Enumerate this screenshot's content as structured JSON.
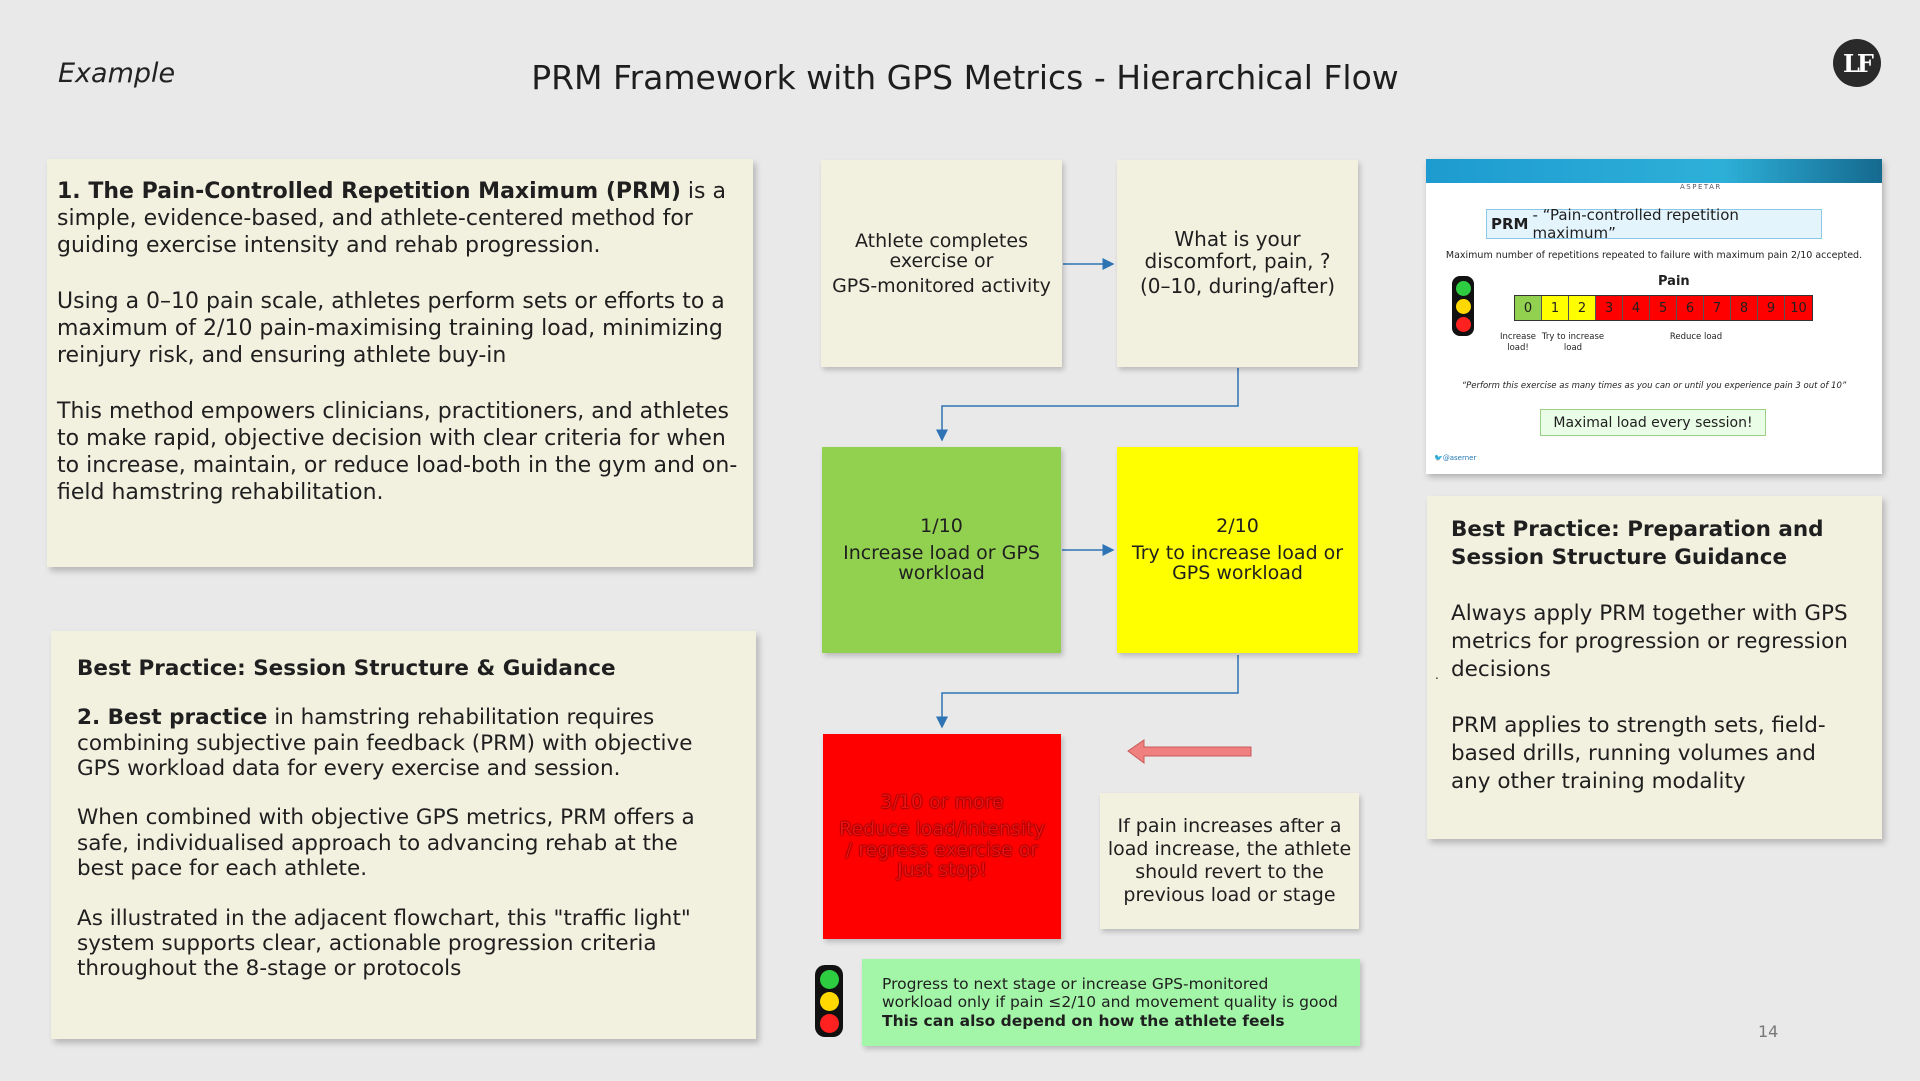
{
  "header": {
    "example_label": "Example",
    "title": "PRM Framework with GPS Metrics - Hierarchical Flow",
    "logo_text": "LF"
  },
  "intro_panel": {
    "p1_bold": "1. The Pain-Controlled Repetition Maximum (PRM)",
    "p1_rest": " is a simple, evidence-based, and athlete-centered method for guiding exercise intensity and rehab progression.",
    "p2": "Using a 0–10 pain scale, athletes perform sets or efforts to a maximum of 2/10 pain-maximising training load, minimizing reinjury risk, and ensuring athlete buy-in",
    "p3": "This method empowers clinicians, practitioners, and athletes to make rapid, objective decision with clear criteria for when to increase, maintain, or reduce load-both in the gym and on-field hamstring rehabilitation."
  },
  "best_practice_panel": {
    "heading": "Best Practice: Session Structure & Guidance",
    "p1_bold": "2. Best practice",
    "p1_rest": " in hamstring rehabilitation requires combining subjective pain feedback (PRM) with objective GPS workload data for every exercise and session.",
    "p2": "When combined with objective GPS metrics, PRM offers a safe, individualised approach to advancing rehab at the best pace for each athlete.",
    "p3": "As illustrated in the adjacent flowchart, this \"traffic light\" system supports clear, actionable progression criteria throughout the 8-stage or protocols"
  },
  "prep_panel": {
    "heading": "Best Practice: Preparation and Session Structure Guidance",
    "p1": "Always apply PRM together with GPS metrics for progression or regression decisions",
    "p2": "PRM applies to strength sets, field-based drills, running volumes and any other training modality"
  },
  "flow": {
    "step1": [
      "Athlete completes",
      "exercise or",
      "GPS-monitored activity"
    ],
    "step2": [
      "What is your",
      "discomfort, pain, ?",
      "(0–10, during/after)"
    ],
    "green": [
      "1/10",
      "Increase load or GPS",
      "workload"
    ],
    "yellow": [
      "2/10",
      "Try to increase load or",
      "GPS workload"
    ],
    "red": [
      "3/10 or more",
      "Reduce load/intensity",
      "/ regress exercise or",
      "Just stop!"
    ],
    "revert": "If pain increases after a load increase, the athlete should revert to the previous load or stage",
    "progress_line1": "Progress to next stage or increase GPS-monitored",
    "progress_line2": "workload only if pain ≤2/10 and movement quality is good",
    "progress_line3": "This can also depend on how the athlete feels"
  },
  "prm_card": {
    "brand": "ASPETAR",
    "title_bold": "PRM",
    "title_rest": "- “Pain-controlled repetition maximum”",
    "subtitle": "Maximum number of repetitions repeated to failure with maximum pain 2/10 accepted.",
    "pain_label": "Pain",
    "scale": [
      "0",
      "1",
      "2",
      "3",
      "4",
      "5",
      "6",
      "7",
      "8",
      "9",
      "10"
    ],
    "legend_increase": "Increase load!",
    "legend_try": "Try to increase load",
    "legend_reduce": "Reduce load",
    "quote": "“Perform this exercise as many times as you can or until you experience pain 3 out of 10”",
    "max_box": "Maximal load every session!",
    "handle": "@aserner"
  },
  "colors": {
    "green": "#92d050",
    "yellow": "#ffff00",
    "red": "#ff0000",
    "cream": "#f2f0df",
    "progress_green": "#a3f5a8",
    "arrow_blue": "#2e74b5",
    "arrow_red": "#f08080"
  },
  "page_number": "14"
}
